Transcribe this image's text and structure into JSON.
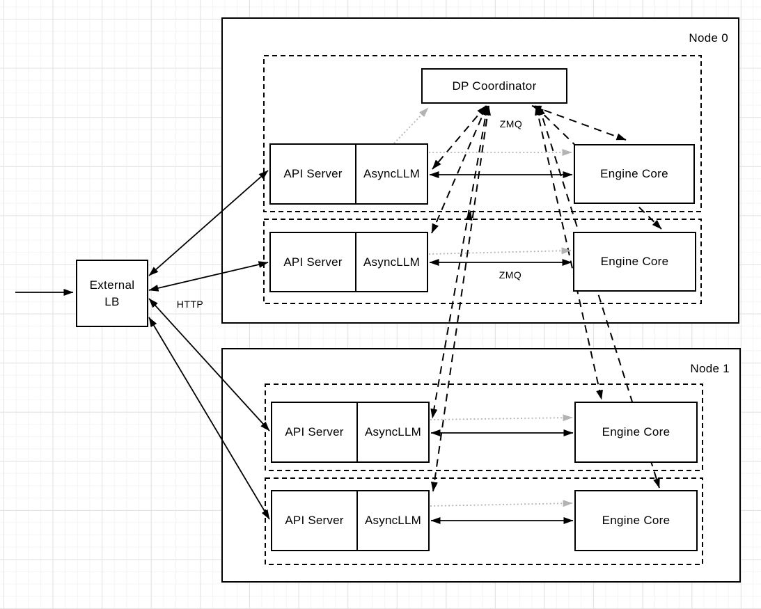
{
  "canvas": {
    "background": "#ffffff",
    "grid_minor_color": "#f4f4f4",
    "grid_major_color": "#e2e2e2"
  },
  "diagram": {
    "external_lb": {
      "line1": "External",
      "line2": "LB"
    },
    "edge_labels": {
      "http": "HTTP",
      "zmq_node0_row1": "ZMQ",
      "zmq_node0_row2": "ZMQ"
    },
    "nodes": [
      {
        "label": "Node 0",
        "coordinator_label": "DP Coordinator",
        "groups": [
          {
            "api": "API Server",
            "async": "AsyncLLM",
            "engine": "Engine Core"
          },
          {
            "api": "API Server",
            "async": "AsyncLLM",
            "engine": "Engine Core"
          }
        ]
      },
      {
        "label": "Node 1",
        "groups": [
          {
            "api": "API Server",
            "async": "AsyncLLM",
            "engine": "Engine Core"
          },
          {
            "api": "API Server",
            "async": "AsyncLLM",
            "engine": "Engine Core"
          }
        ]
      }
    ],
    "colors": {
      "stroke": "#000000",
      "dotted_arrow": "#b3b3b3",
      "shape_fill": "#ffffff"
    }
  }
}
